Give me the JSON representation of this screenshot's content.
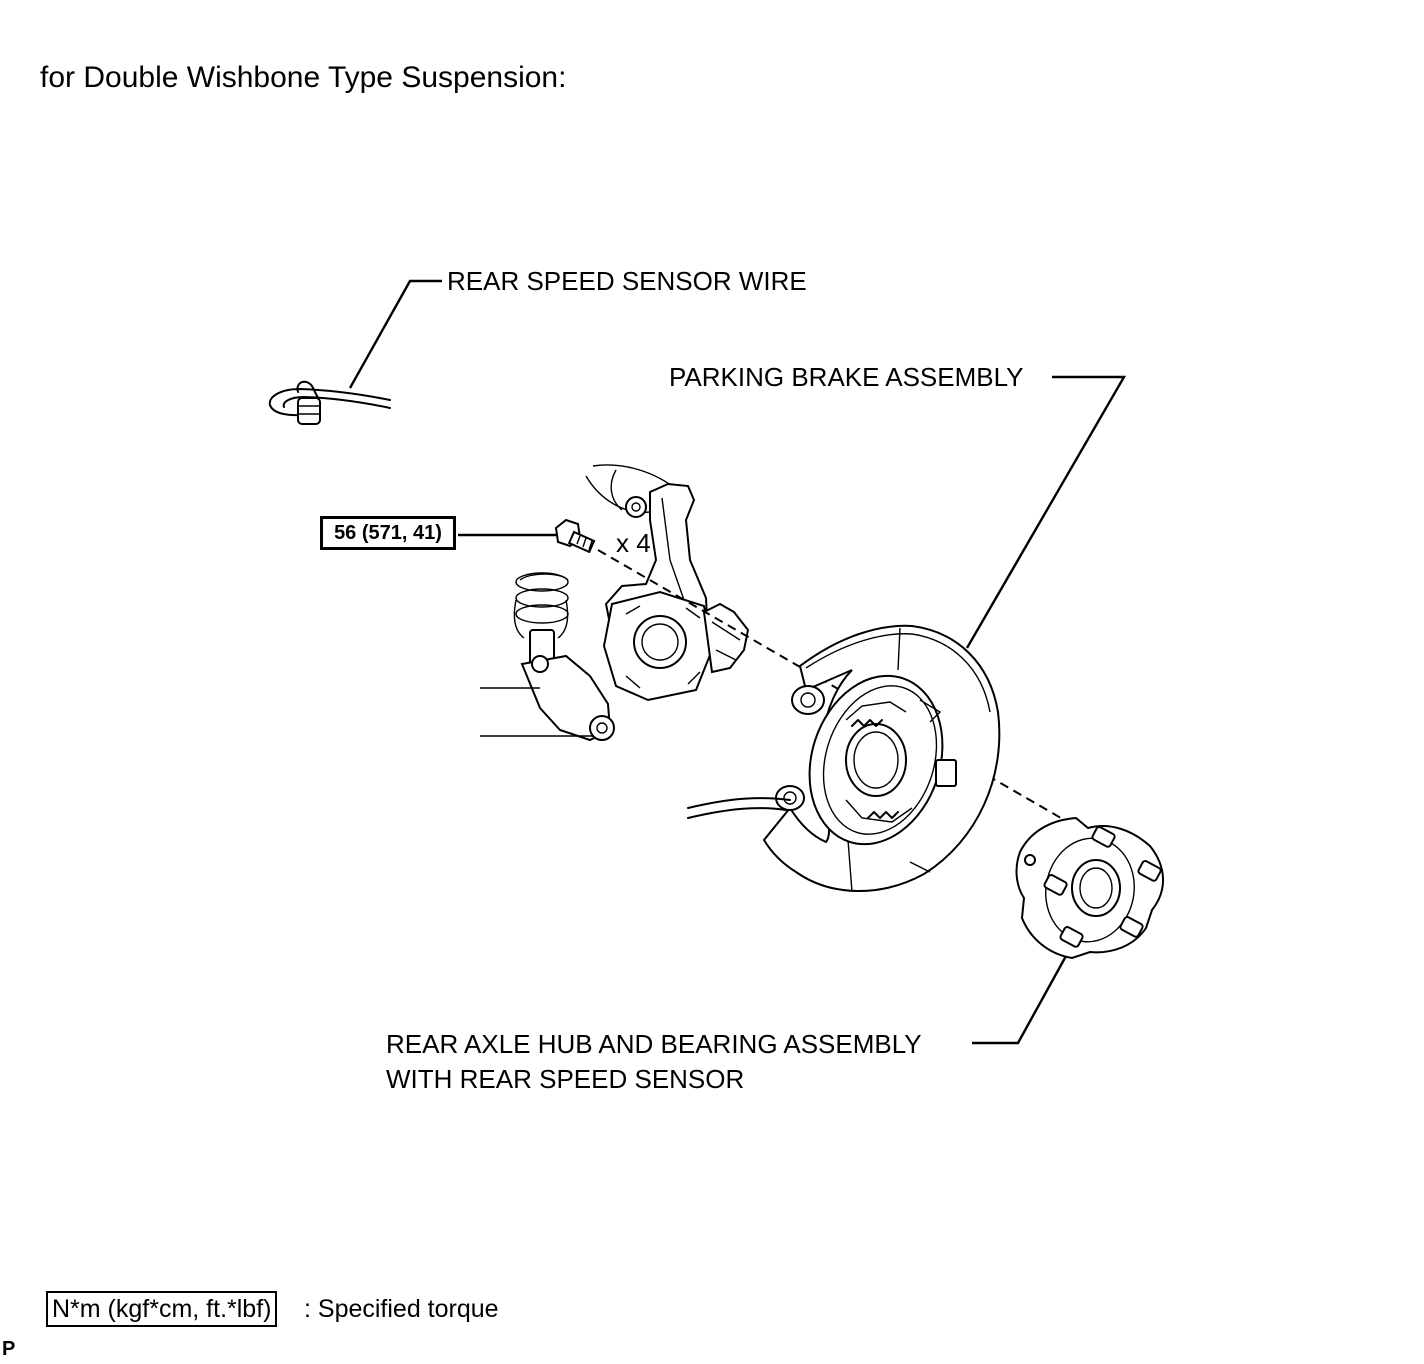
{
  "heading": "for Double Wishbone Type Suspension:",
  "labels": {
    "rear_speed_sensor_wire": "REAR SPEED SENSOR WIRE",
    "parking_brake_assembly": "PARKING BRAKE ASSEMBLY",
    "hub_line1": "REAR AXLE HUB AND BEARING ASSEMBLY",
    "hub_line2": "WITH REAR SPEED SENSOR",
    "bolt_count": "x 4"
  },
  "torque": {
    "value": "56 (571, 41)"
  },
  "legend": {
    "units": "N*m (kgf*cm, ft.*lbf)",
    "description": ": Specified torque"
  },
  "corner_mark": "P"
}
